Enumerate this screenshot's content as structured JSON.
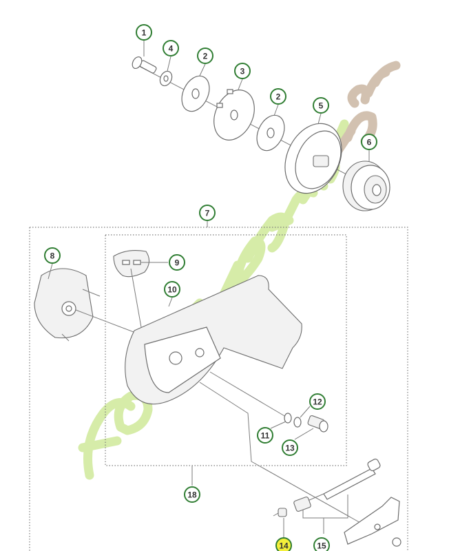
{
  "diagram": {
    "callouts": [
      {
        "label": "1",
        "highlighted": false
      },
      {
        "label": "4",
        "highlighted": false
      },
      {
        "label": "2",
        "highlighted": false
      },
      {
        "label": "3",
        "highlighted": false
      },
      {
        "label": "2",
        "highlighted": false
      },
      {
        "label": "5",
        "highlighted": false
      },
      {
        "label": "6",
        "highlighted": false
      },
      {
        "label": "7",
        "highlighted": false
      },
      {
        "label": "8",
        "highlighted": false
      },
      {
        "label": "9",
        "highlighted": false
      },
      {
        "label": "10",
        "highlighted": false
      },
      {
        "label": "11",
        "highlighted": false
      },
      {
        "label": "12",
        "highlighted": false
      },
      {
        "label": "13",
        "highlighted": false
      },
      {
        "label": "14",
        "highlighted": true
      },
      {
        "label": "15",
        "highlighted": false
      },
      {
        "label": "18",
        "highlighted": false
      }
    ],
    "colors": {
      "callout_ring": "#2f7d32",
      "highlight": "#f4ef3a",
      "watermark_green": "#c9e68a",
      "watermark_orange": "#f7c26b",
      "watermark_brown": "#cbb7a3"
    }
  },
  "watermark": {
    "text": "forestjardin.com"
  }
}
